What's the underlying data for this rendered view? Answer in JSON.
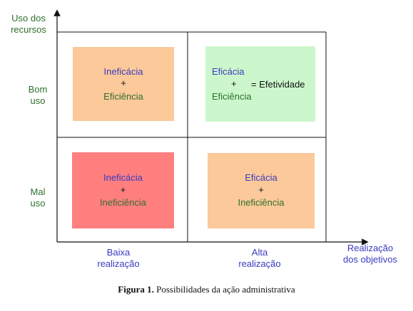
{
  "axes": {
    "y_title": [
      "Uso dos",
      "recursos"
    ],
    "x_title": [
      "Realização",
      "dos objetivos"
    ],
    "y_rows": [
      [
        "Bom",
        "uso"
      ],
      [
        "Mal",
        "uso"
      ]
    ],
    "x_cols": [
      [
        "Baixa",
        "realização"
      ],
      [
        "Alta",
        "realização"
      ]
    ]
  },
  "quadrants": {
    "top_left": {
      "line1": "Ineficácia",
      "line2": "+",
      "line3": "Eficiência",
      "fill": "#fbc99a"
    },
    "top_right": {
      "line1": "Eficácia",
      "line2": "+",
      "line3": "Eficiência",
      "suffix": "= Efetividade",
      "fill": "#ccf7cc"
    },
    "bottom_left": {
      "line1": "Ineficácia",
      "line2": "+",
      "line3": "Ineficiência",
      "fill": "#ff7f7f"
    },
    "bottom_right": {
      "line1": "Eficácia",
      "line2": "+",
      "line3": "Ineficiência",
      "fill": "#fbc99a"
    }
  },
  "caption": {
    "label": "Figura 1.",
    "text": "Possibilidades da ação administrativa"
  },
  "colors": {
    "axis_text": "#2e6f2e",
    "axis_text_blue": "#3b3bbf",
    "lines": "#111111"
  }
}
